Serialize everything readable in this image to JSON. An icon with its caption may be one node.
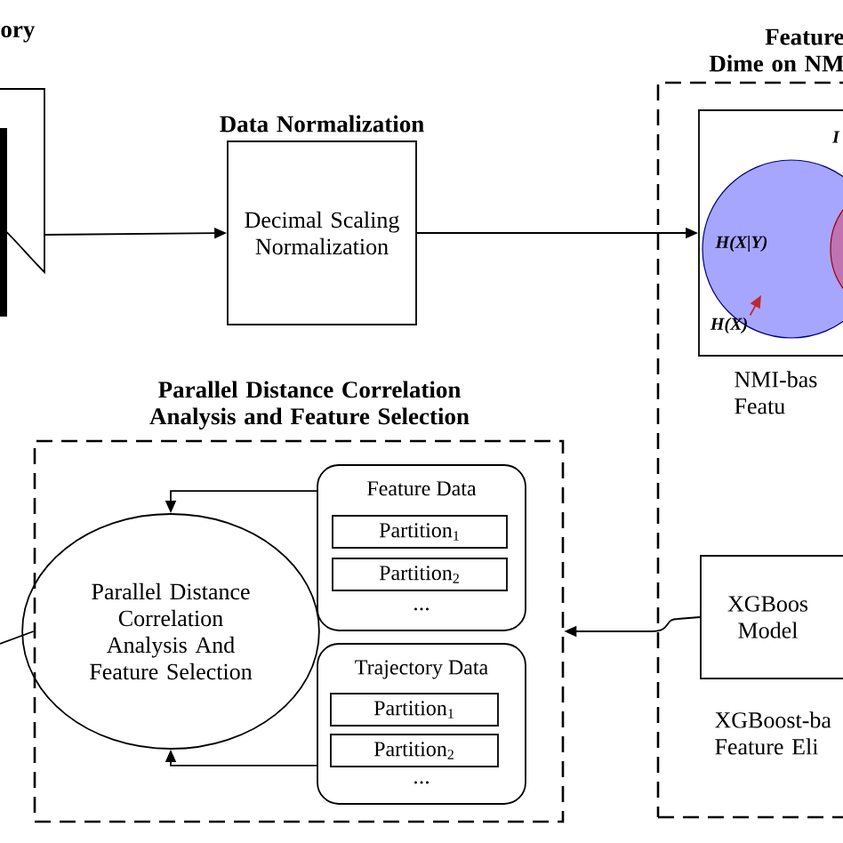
{
  "diagram": {
    "nodes": [
      {
        "text": [
          "ory"
        ]
      },
      {
        "text": [
          "Data Normalization",
          "Decimal Scaling Normalization"
        ]
      },
      {
        "text": [
          "Feature Dime on NM"
        ]
      },
      {
        "text": [
          "NMI-bas Featu"
        ],
        "in": 2
      },
      {
        "text": [
          "H(X|Y)"
        ],
        "in": 3
      },
      {
        "text": [],
        "shape": "circle",
        "in": 3
      },
      {
        "text": [
          "H(X)"
        ],
        "in": 3
      },
      {
        "text": [
          "XGBoos Model",
          "XGBoost-ba Feature Eli"
        ],
        "in": 2
      },
      {
        "text": [
          "Parallel Distance Correlation Analysis and Feature Selection"
        ]
      },
      {
        "text": [
          "Parallel Distance Correlation Analysis And Feature Selection"
        ],
        "in": 8
      },
      {
        "text": [
          "Feature Data",
          "..."
        ],
        "in": 8
      },
      {
        "text": [
          "Partition$_{1}$"
        ],
        "in": 10
      },
      {
        "text": [
          "Partition$_{2}$"
        ],
        "in": 10
      },
      {
        "text": [
          "Trajectory Data",
          "..."
        ],
        "in": 8
      },
      {
        "text": [
          "Partition$_{1}$"
        ],
        "in": 13
      },
      {
        "text": [
          "Partition$_{2}$"
        ],
        "in": 13
      }
    ],
    "edges": [
      {
        "from": 0,
        "to": 1,
        "arrow": "to"
      },
      {
        "from": 1,
        "to": 3,
        "arrow": "to"
      },
      {
        "from": 6,
        "to": 4,
        "arrow": "to",
        "color": "#c0282d"
      },
      {
        "from": 10,
        "to": 9,
        "arrow": "to"
      },
      {
        "from": 13,
        "to": 9,
        "arrow": "to"
      },
      {
        "from": 7,
        "to": 8,
        "arrow": "to"
      },
      {
        "from": 8,
        "to": null,
        "arrow": "none"
      }
    ],
    "labels": [
      "I"
    ]
  }
}
